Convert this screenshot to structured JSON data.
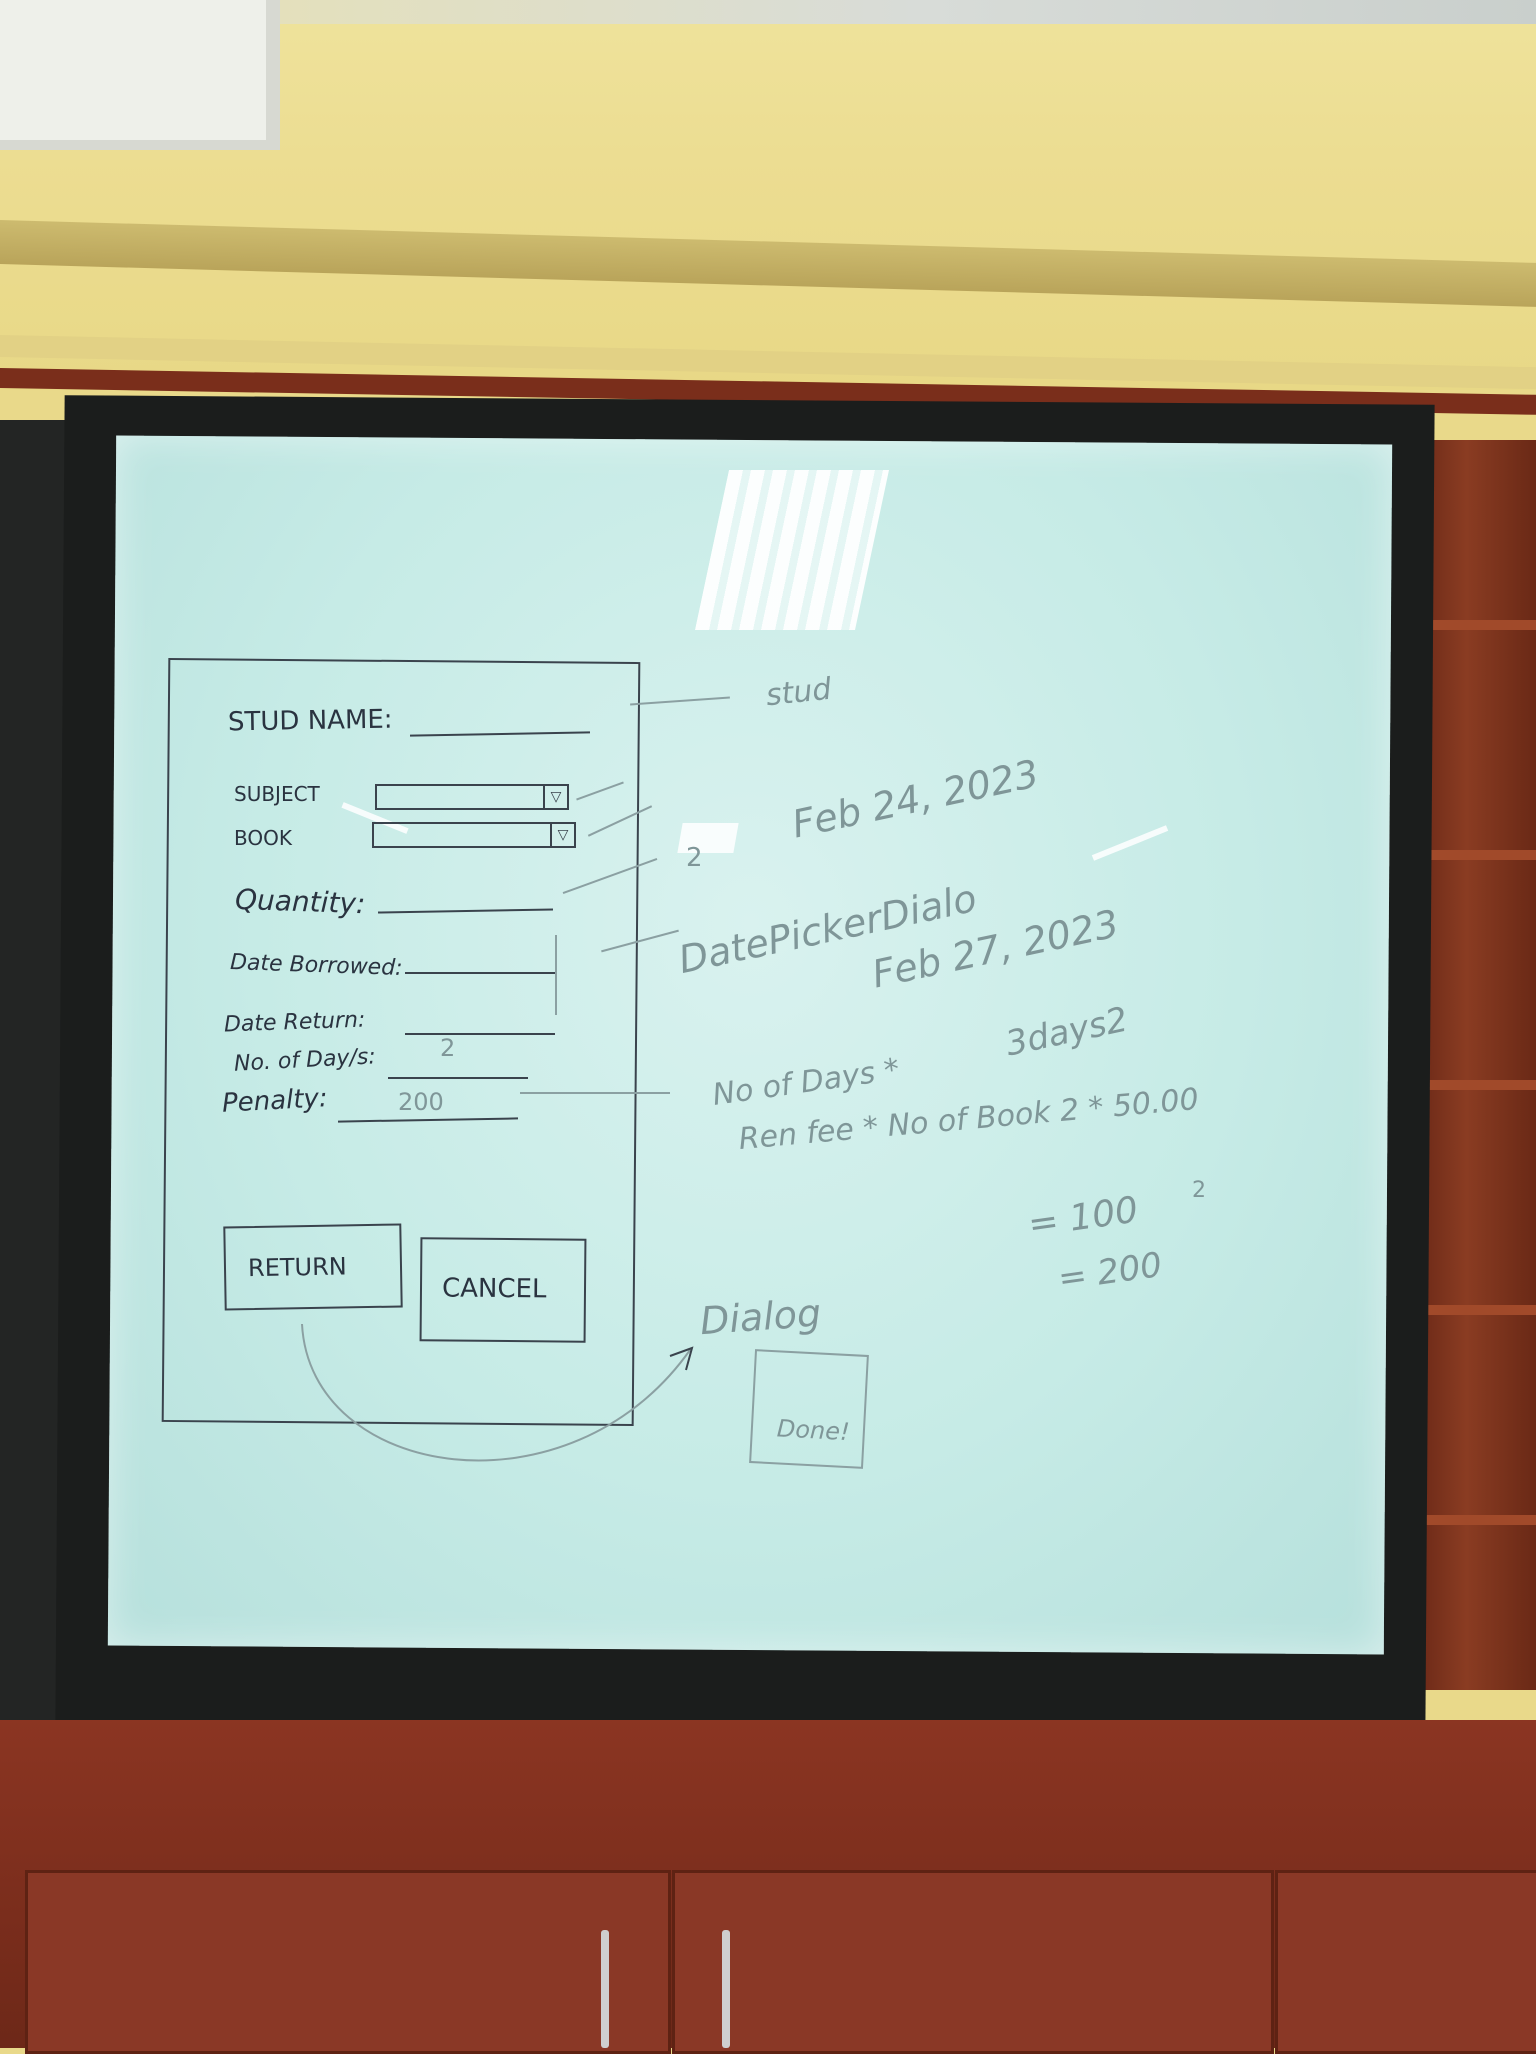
{
  "form": {
    "stud_name_label": "STUD NAME:",
    "subject_label": "SUBJECT",
    "book_label": "BOOK",
    "quantity_label": "Quantity:",
    "date_borrowed_label": "Date Borrowed:",
    "date_return_label": "Date Return:",
    "days_label": "No. of Day/s:",
    "days_value": "2",
    "penalty_label": "Penalty:",
    "penalty_value": "200",
    "return_button": "RETURN",
    "cancel_button": "CANCEL"
  },
  "notes": {
    "stud": "stud",
    "qty": "2",
    "date1": "Feb 24, 2023",
    "datepicker": "DatePickerDialo",
    "date2": "Feb 27, 2023",
    "days_ref": "3days2",
    "formula1": "No of Days *",
    "formula2": "Ren fee * No of Book 2 * 50.00",
    "eq1": "= 100",
    "eq1_sup": "2",
    "eq2": "= 200",
    "dialog": "Dialog",
    "done": "Done!"
  },
  "colors": {
    "marker": "#2a3340",
    "board": "#c6ebe6",
    "wall": "#ecdd92",
    "wood": "#7a2d1c"
  },
  "icons": {
    "dropdown_arrow": "triangle-down-icon"
  }
}
